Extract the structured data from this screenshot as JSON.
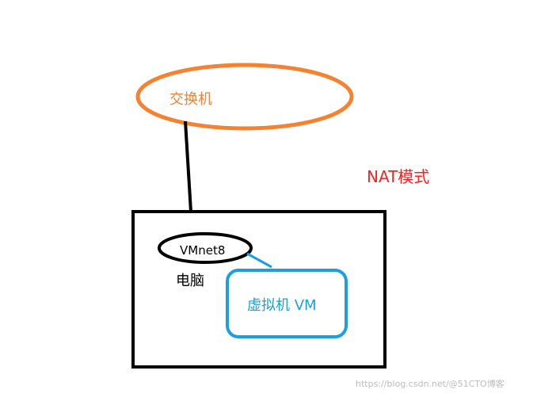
{
  "diagram": {
    "switch_label": "交换机",
    "mode_label": "NAT模式",
    "vmnet_label": "VMnet8",
    "computer_label": "电脑",
    "vm_label": "虚拟机 VM"
  },
  "watermark": {
    "text": "https://blog.csdn.net/@51CTO博客"
  },
  "colors": {
    "switch": "#f58231",
    "mode_text": "#ff2020",
    "vm": "#1aa0e0",
    "line": "#000000",
    "watermark": "#bdbdbd"
  }
}
